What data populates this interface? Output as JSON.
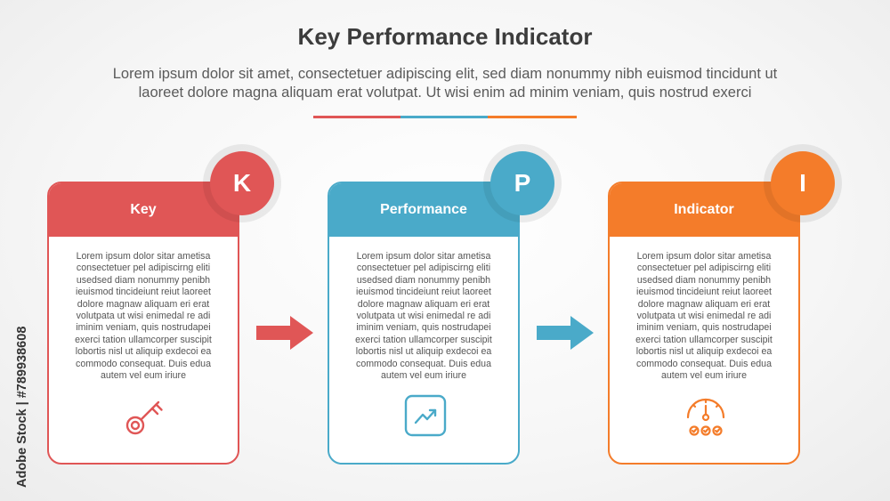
{
  "header": {
    "title": "Key Performance Indicator",
    "subtitle_line1": "Lorem ipsum dolor sit amet, consectetuer adipiscing elit, sed diam nonummy nibh euismod tincidunt ut",
    "subtitle_line2": "laoreet dolore magna aliquam erat volutpat. Ut wisi enim ad minim veniam, quis nostrud exerci"
  },
  "colors": {
    "red": "#e05656",
    "blue": "#4aaac9",
    "orange": "#f47c2a"
  },
  "cards": [
    {
      "letter": "K",
      "title": "Key",
      "body": "Lorem ipsum dolor sitar ametisa consectetuer pel adipiscirng eliti usedsed diam nonummy penibh ieuismod tincideiunt reiut laoreet dolore magnaw aliquam eri erat volutpata ut wisi enimedal re adi iminim veniam, quis nostrudapei exerci tation ullamcorper suscipit lobortis nisl ut aliquip exdecoi ea commodo consequat. Duis edua autem vel eum iriure",
      "icon": "key-icon"
    },
    {
      "letter": "P",
      "title": "Performance",
      "body": "Lorem ipsum dolor sitar ametisa consectetuer pel adipiscirng eliti usedsed diam nonummy penibh ieuismod tincideiunt reiut laoreet dolore magnaw aliquam eri erat volutpata ut wisi enimedal re adi iminim veniam, quis nostrudapei exerci tation ullamcorper suscipit lobortis nisl ut aliquip exdecoi ea commodo consequat. Duis edua autem vel eum iriure",
      "icon": "trend-up-icon"
    },
    {
      "letter": "I",
      "title": "Indicator",
      "body": "Lorem ipsum dolor sitar ametisa consectetuer pel adipiscirng eliti usedsed diam nonummy penibh ieuismod tincideiunt reiut laoreet dolore magnaw aliquam eri erat volutpata ut wisi enimedal re adi iminim veniam, quis nostrudapei exerci tation ullamcorper suscipit lobortis nisl ut aliquip exdecoi ea commodo consequat. Duis edua autem vel eum iriure",
      "icon": "gauge-check-icon"
    }
  ],
  "watermark": {
    "text": "Adobe Stock | #789938608"
  }
}
